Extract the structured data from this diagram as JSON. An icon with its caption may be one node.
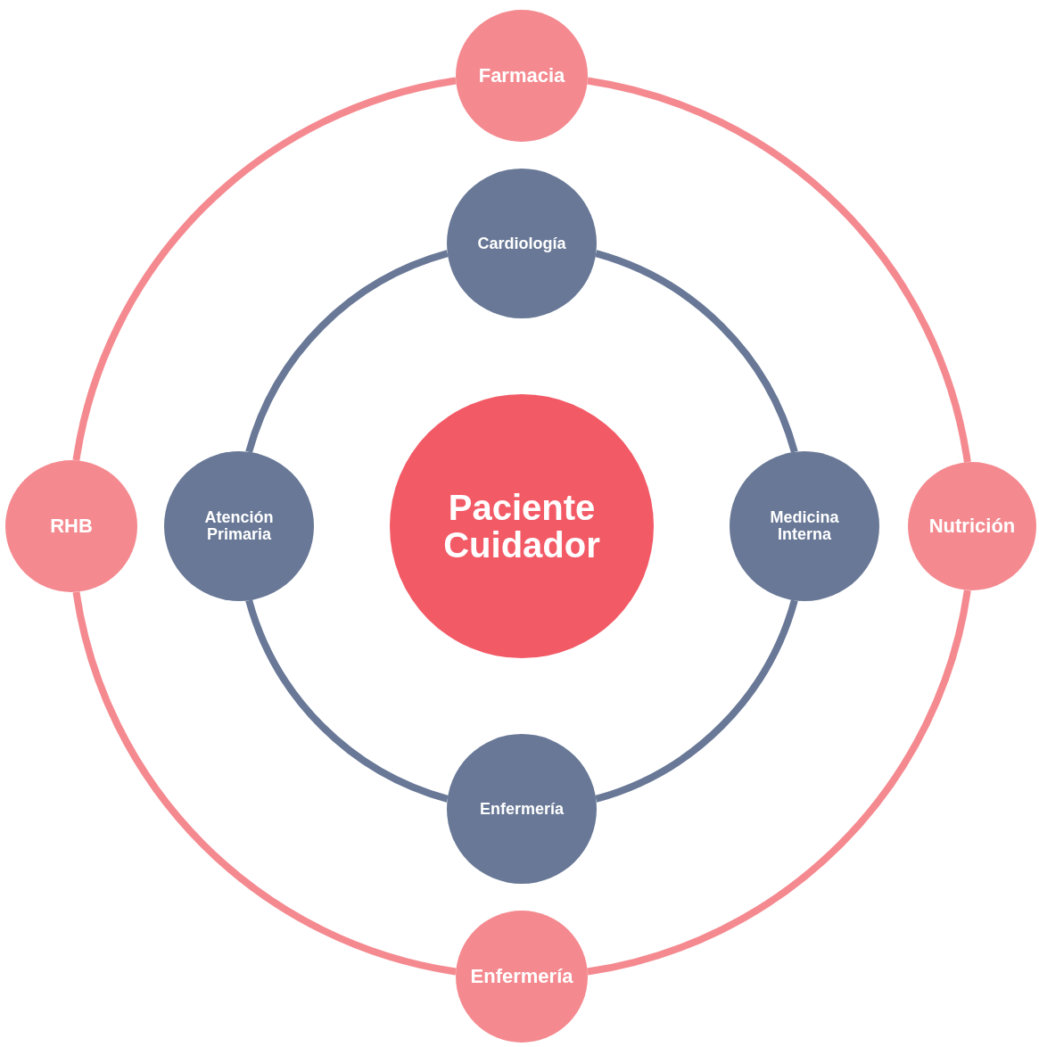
{
  "diagram": {
    "nodes": [
      {
        "text": [
          "Farmacia"
        ]
      },
      {
        "text": [
          "Cardiología"
        ]
      },
      {
        "text": [
          "RHB"
        ]
      },
      {
        "text": [
          "Atención Primaria"
        ]
      },
      {
        "text": [
          "Paciente Cuidador"
        ]
      },
      {
        "text": [
          "Medicina Interna"
        ]
      },
      {
        "text": [
          "Nutrición"
        ]
      },
      {
        "text": [
          "Enfermería"
        ]
      },
      {
        "text": [
          "Enfermería"
        ]
      }
    ],
    "edges": [
      {
        "from": 0,
        "to": 6,
        "arrow": "none",
        "color": "#f48a90"
      },
      {
        "from": 6,
        "to": 8,
        "arrow": "none",
        "color": "#f48a90"
      },
      {
        "from": 8,
        "to": 2,
        "arrow": "none",
        "color": "#f48a90"
      },
      {
        "from": 2,
        "to": 0,
        "arrow": "none",
        "color": "#f48a90"
      },
      {
        "from": 1,
        "to": 5,
        "arrow": "none",
        "color": "#687896"
      },
      {
        "from": 5,
        "to": 7,
        "arrow": "none",
        "color": "#687896"
      },
      {
        "from": 7,
        "to": 3,
        "arrow": "none",
        "color": "#687896"
      },
      {
        "from": 3,
        "to": 1,
        "arrow": "none",
        "color": "#687896"
      }
    ]
  }
}
